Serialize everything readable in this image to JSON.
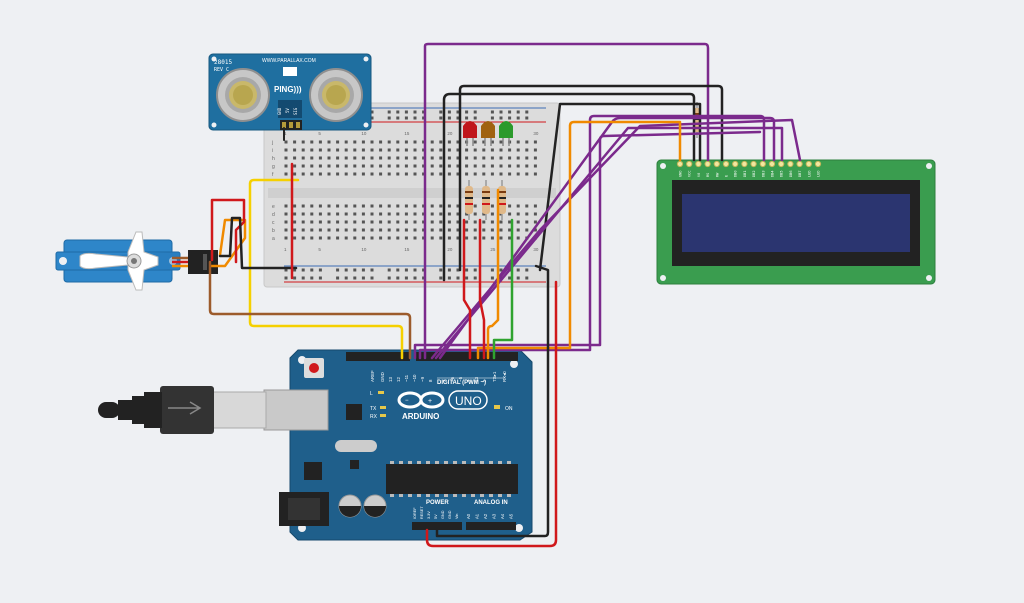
{
  "sensor": {
    "model": "28015",
    "rev": "REV C",
    "brand": "WWW.PARALLAX.COM",
    "name": "PING)))",
    "pins": [
      "GND",
      "5V",
      "SIG"
    ]
  },
  "breadboard": {
    "top_rows": [
      "j",
      "i",
      "h",
      "g",
      "f"
    ],
    "bottom_rows": [
      "e",
      "d",
      "c",
      "b",
      "a"
    ],
    "columns": [
      "1",
      "5",
      "10",
      "15",
      "20",
      "25",
      "30"
    ]
  },
  "lcd": {
    "pins": [
      "GND",
      "VCC",
      "V0",
      "RS",
      "RW",
      "E",
      "DB0",
      "DB1",
      "DB2",
      "DB3",
      "DB4",
      "DB5",
      "DB6",
      "DB7",
      "LED",
      "LED"
    ]
  },
  "arduino": {
    "brand": "ARDUINO",
    "model": "UNO",
    "digital_label": "DIGITAL (PWM ~)",
    "digital_pins": [
      "AREF",
      "GND",
      "13",
      "12",
      "~11",
      "~10",
      "~9",
      "8",
      "7",
      "~6",
      "~5",
      "4",
      "~3",
      "2",
      "TX▸1",
      "RX◂0"
    ],
    "power_label": "POWER",
    "analog_label": "ANALOG IN",
    "power_pins": [
      "IOREF",
      "RESET",
      "3.3V",
      "5V",
      "GND",
      "GND",
      "Vin"
    ],
    "analog_pins": [
      "A0",
      "A1",
      "A2",
      "A3",
      "A4",
      "A5"
    ],
    "leds": [
      "L",
      "TX",
      "RX"
    ],
    "on_label": "ON"
  },
  "colors": {
    "board_blue": "#1f5f8b",
    "breadboard": "#dcdcdc",
    "lcd_green": "#3a9d4f",
    "lcd_screen": "#2b3570",
    "wire_purple": "#7b2a8c",
    "wire_black": "#222222",
    "wire_red": "#d0181b",
    "wire_orange": "#f08a00",
    "wire_yellow": "#f5d000",
    "wire_green": "#2fa32f",
    "wire_brown": "#9c5b2b"
  }
}
